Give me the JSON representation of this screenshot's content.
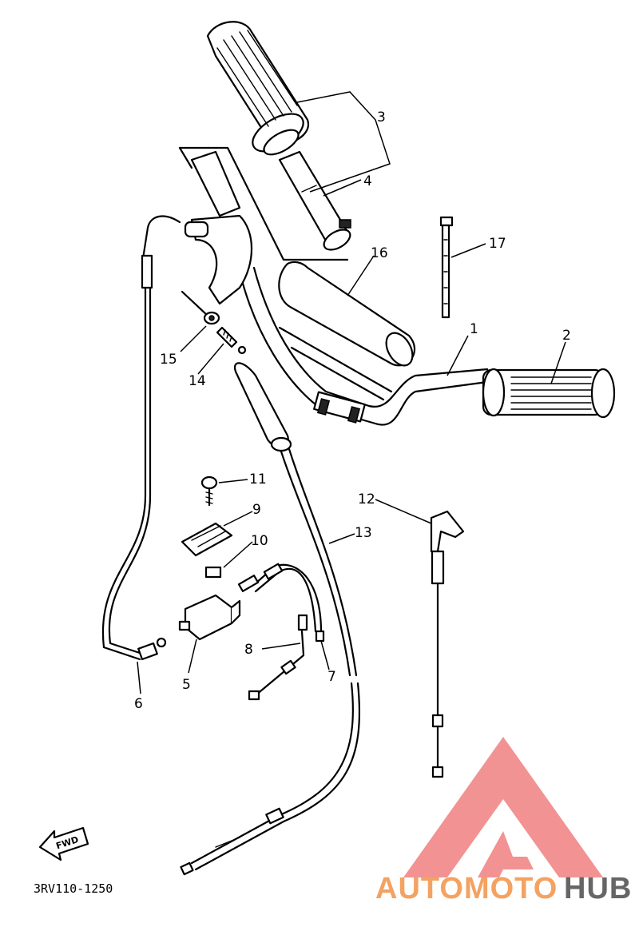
{
  "diagram": {
    "callouts": [
      "1",
      "2",
      "3",
      "4",
      "5",
      "6",
      "7",
      "8",
      "9",
      "10",
      "11",
      "12",
      "13",
      "14",
      "15",
      "16",
      "17"
    ],
    "fwd_label": "FWD",
    "part_code": "3RV110-1250"
  },
  "watermark": {
    "brand_part1": "AUTOMOTO",
    "brand_part2": "HUB",
    "color_primary": "#f4a261",
    "color_secondary": "#666666",
    "logo_color": "#f08080"
  }
}
